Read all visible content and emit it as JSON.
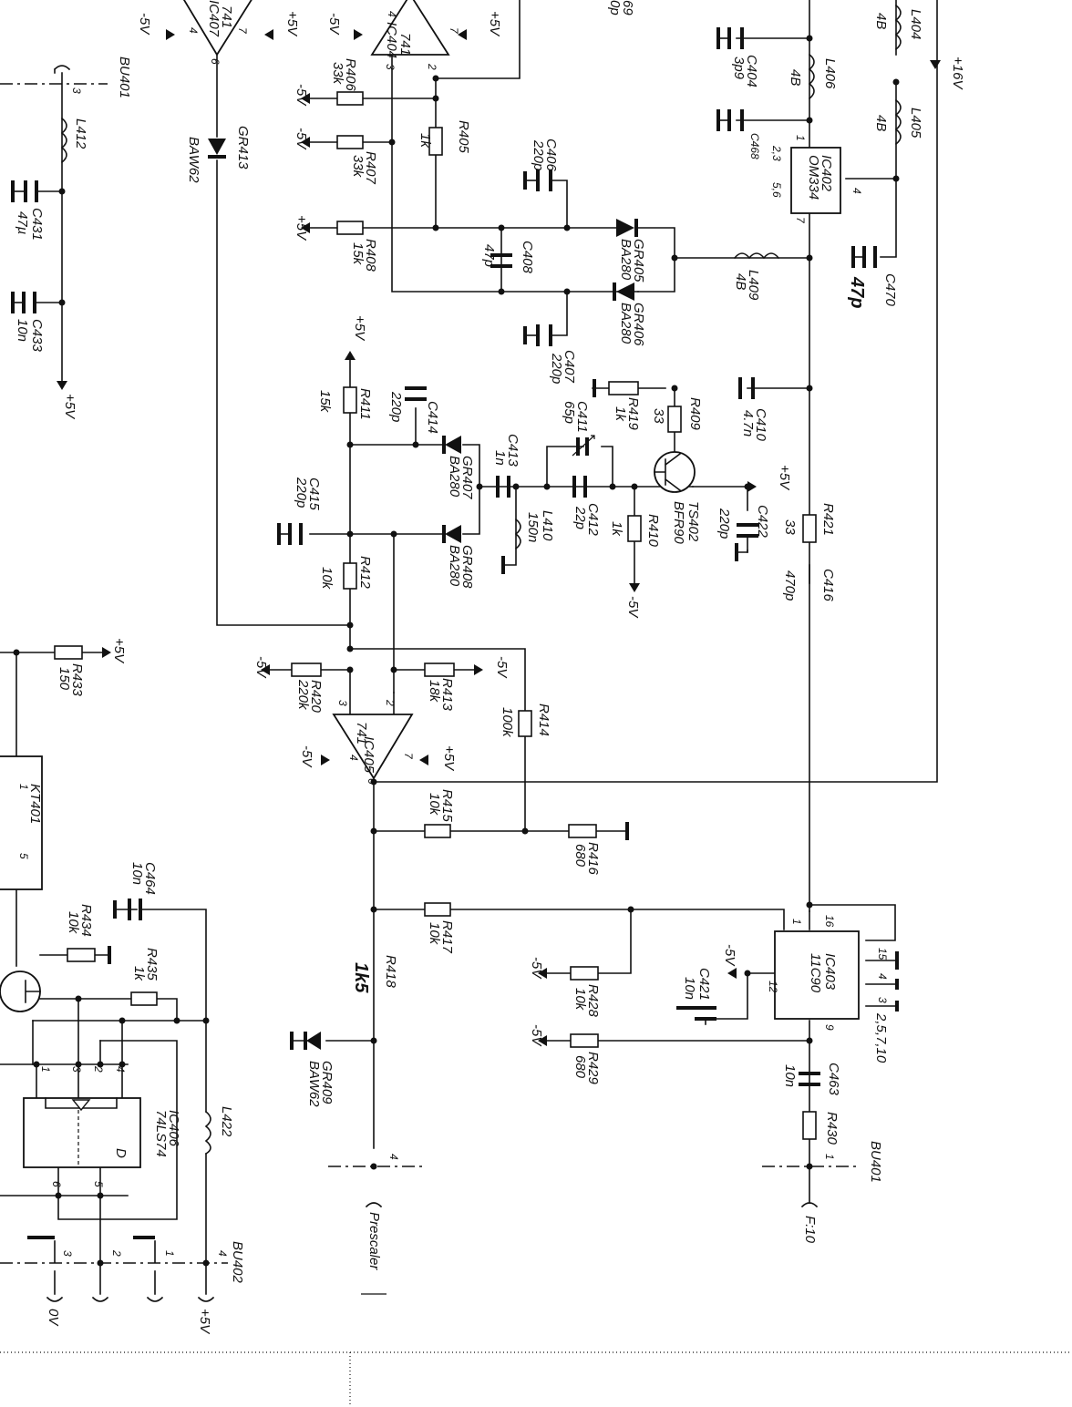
{
  "components": {
    "resistors": [
      {
        "ref": "R406",
        "value": "33k"
      },
      {
        "ref": "R407",
        "value": "33k"
      },
      {
        "ref": "R408",
        "value": "15k"
      },
      {
        "ref": "R405",
        "value": "1k"
      },
      {
        "ref": "R411",
        "value": "15k"
      },
      {
        "ref": "R412",
        "value": "10k"
      },
      {
        "ref": "R413",
        "value": "18k"
      },
      {
        "ref": "R414",
        "value": "100k"
      },
      {
        "ref": "R415",
        "value": "10k"
      },
      {
        "ref": "R416",
        "value": "680"
      },
      {
        "ref": "R417",
        "value": "10k"
      },
      {
        "ref": "R418",
        "value": "1k5"
      },
      {
        "ref": "R419",
        "value": "1k"
      },
      {
        "ref": "R409",
        "value": "33"
      },
      {
        "ref": "R410",
        "value": "1k"
      },
      {
        "ref": "R420",
        "value": "220k"
      },
      {
        "ref": "R421",
        "value": "33"
      },
      {
        "ref": "R428",
        "value": "10k"
      },
      {
        "ref": "R429",
        "value": "680"
      },
      {
        "ref": "R430",
        "value": ""
      },
      {
        "ref": "R433",
        "value": "150"
      },
      {
        "ref": "R434",
        "value": "10k"
      },
      {
        "ref": "R435",
        "value": "1k"
      }
    ],
    "capacitors": [
      {
        "ref": "C404",
        "value": "3p9"
      },
      {
        "ref": "C406",
        "value": "220p"
      },
      {
        "ref": "C407",
        "value": "220p"
      },
      {
        "ref": "C408",
        "value": "47p"
      },
      {
        "ref": "C410",
        "value": "4.7n"
      },
      {
        "ref": "C411",
        "value": "65p"
      },
      {
        "ref": "C412",
        "value": "22p"
      },
      {
        "ref": "C413",
        "value": "1n"
      },
      {
        "ref": "C414",
        "value": "220p"
      },
      {
        "ref": "C415",
        "value": "220p"
      },
      {
        "ref": "C416",
        "value": "470p"
      },
      {
        "ref": "C421",
        "value": "10n"
      },
      {
        "ref": "C422",
        "value": "220p"
      },
      {
        "ref": "C431",
        "value": "47µ"
      },
      {
        "ref": "C433",
        "value": "10n"
      },
      {
        "ref": "C463",
        "value": "10n"
      },
      {
        "ref": "C464",
        "value": "10n"
      },
      {
        "ref": "C468",
        "value": ""
      },
      {
        "ref": "C470",
        "value": "47p"
      }
    ],
    "diodes": [
      {
        "ref": "GR405",
        "type": "BA280"
      },
      {
        "ref": "GR406",
        "type": "BA280"
      },
      {
        "ref": "GR407",
        "type": "BA280"
      },
      {
        "ref": "GR408",
        "type": "BA280"
      },
      {
        "ref": "GR409",
        "type": "BAW62"
      },
      {
        "ref": "GR413",
        "type": "BAW62"
      }
    ],
    "inductors": [
      {
        "ref": "L404",
        "value": "4B"
      },
      {
        "ref": "L405",
        "value": "4B"
      },
      {
        "ref": "L406",
        "value": "4B"
      },
      {
        "ref": "L409",
        "value": "4B"
      },
      {
        "ref": "L410",
        "value": "150n"
      },
      {
        "ref": "L412",
        "value": ""
      },
      {
        "ref": "L422",
        "value": ""
      }
    ],
    "ics": [
      {
        "ref": "IC404",
        "type": "741"
      },
      {
        "ref": "IC405",
        "type": "741"
      },
      {
        "ref": "IC407",
        "type": "741"
      },
      {
        "ref": "IC402",
        "type": "OM334"
      },
      {
        "ref": "IC403",
        "type": "11C90"
      },
      {
        "ref": "IC406",
        "type": "74LS74"
      }
    ],
    "transistors": [
      {
        "ref": "TS402",
        "type": "BFR90"
      }
    ],
    "crystals": [
      {
        "ref": "KT401"
      }
    ],
    "connectors": [
      "BU401",
      "BU402"
    ]
  },
  "labels": {
    "rails": {
      "plus5": "+5V",
      "minus5": "-5V",
      "plus16": "+16V",
      "zero": "0V"
    },
    "ports": {
      "prescaler": "Prescaler",
      "f10": "F:10"
    },
    "annot": {
      "c470_value": "47p",
      "r418_value": "1k5"
    },
    "pins": {
      "ic402_in": "1",
      "ic402_gnd_a": "2,3",
      "ic402_gnd_b": "5,6",
      "ic402_vcc": "4",
      "ic402_out": "7",
      "ic403_in": "1",
      "ic403_vcc": "16",
      "ic403_ctl": "12",
      "ic403_out": "9",
      "ic403_p15": "15",
      "ic403_p4": "4",
      "ic403_p3": "3",
      "ic403_gnd": "2,5,7,10",
      "bu401_a": "3",
      "bu401_b": "1",
      "bu402_a": "4",
      "bu402_b": "3",
      "bu402_c": "2",
      "bu402_d": "1",
      "prescaler_pin": "4",
      "op_p2": "2",
      "op_p3": "3",
      "op_p4": "4",
      "op_p6": "6",
      "op_p7": "7",
      "kt_p1": "1",
      "kt_p5": "5",
      "ff_p1": "1",
      "ff_p2": "2",
      "ff_p3": "3",
      "ff_p4": "4",
      "ff_p5": "5",
      "ff_p6": "6",
      "ff_d": "D",
      "edge_69": "69",
      "edge_0p": "0p"
    }
  }
}
